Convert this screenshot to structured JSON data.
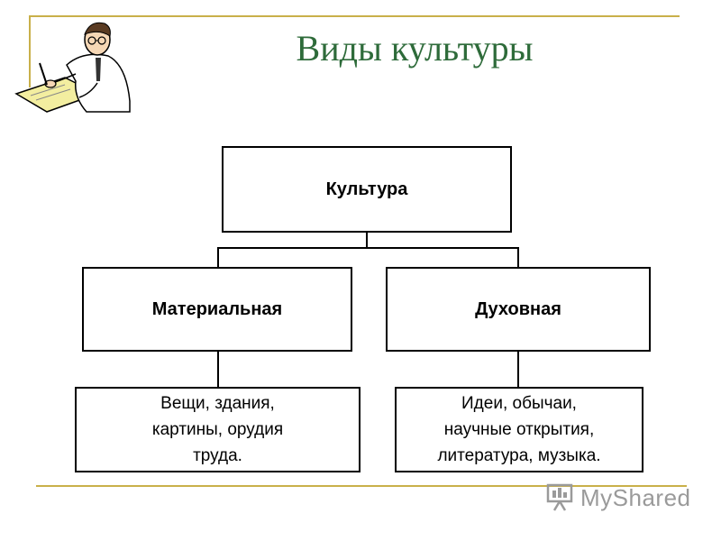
{
  "slide": {
    "title": "Виды культуры"
  },
  "diagram": {
    "root": {
      "label": "Культура"
    },
    "branches": [
      {
        "label": "Материальная",
        "examples": [
          "Вещи, здания,",
          "картины, орудия",
          "труда."
        ]
      },
      {
        "label": "Духовная",
        "examples": [
          "Идеи, обычаи,",
          "научные открытия,",
          "литература, музыка."
        ]
      }
    ]
  },
  "watermark": {
    "text": "MyShared"
  },
  "colors": {
    "title": "#2e6b3a",
    "frame": "#c9b04a",
    "watermark": "#9a9a9a"
  },
  "icons": {
    "illustration": "man-writing-illustration",
    "watermark": "myshared-logo-icon"
  }
}
